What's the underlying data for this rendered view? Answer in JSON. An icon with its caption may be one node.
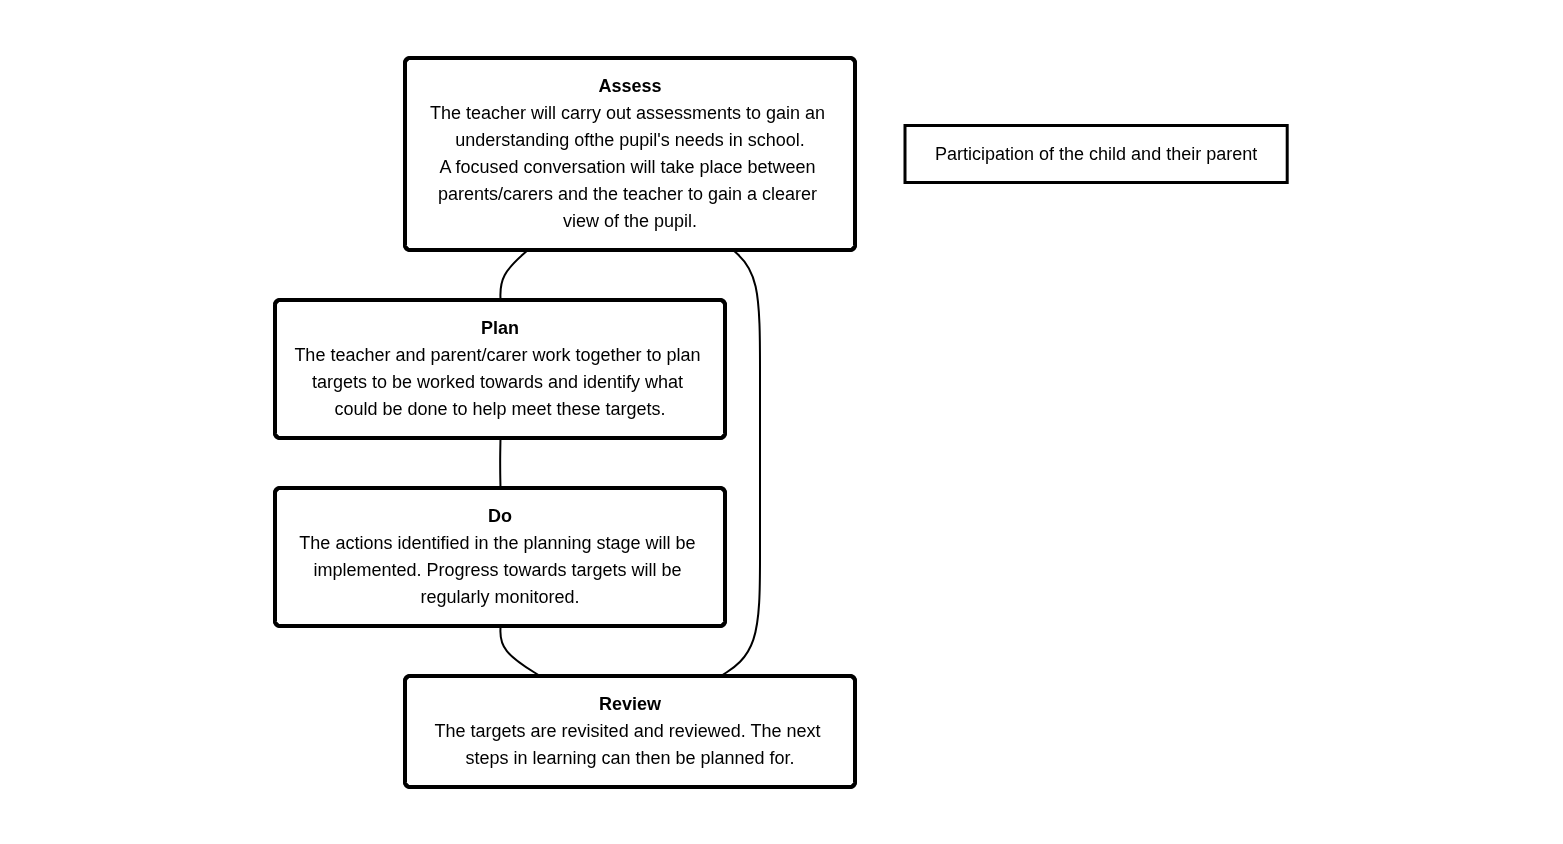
{
  "diagram": {
    "nodes": [
      {
        "text": [
          "Assess",
          "The teacher will carry out assessments to gain an understanding ofthe pupil's needs in school.",
          "A focused conversation will take place between parents/carers and the teacher to gain a clearer view of the pupil."
        ]
      },
      {
        "text": [
          "Review",
          "The targets are revisited and reviewed. The next steps in learning can then be planned for."
        ]
      },
      {
        "text": [
          "Participation of the child and their parent"
        ]
      },
      {
        "text": [
          "Plan",
          "The teacher and parent/carer work together to plan targets to be worked towards and identify what could be done to help meet these targets."
        ]
      },
      {
        "text": [
          "Do",
          "The actions identified in the planning stage will be implemented. Progress towards targets will be regularly monitored."
        ]
      }
    ],
    "edges": [
      {
        "from": 0,
        "to": 3,
        "arrow": "none"
      },
      {
        "from": 3,
        "to": 4,
        "arrow": "none"
      },
      {
        "from": 4,
        "to": 1,
        "arrow": "none"
      },
      {
        "from": 1,
        "to": 0,
        "arrow": "none"
      }
    ]
  }
}
